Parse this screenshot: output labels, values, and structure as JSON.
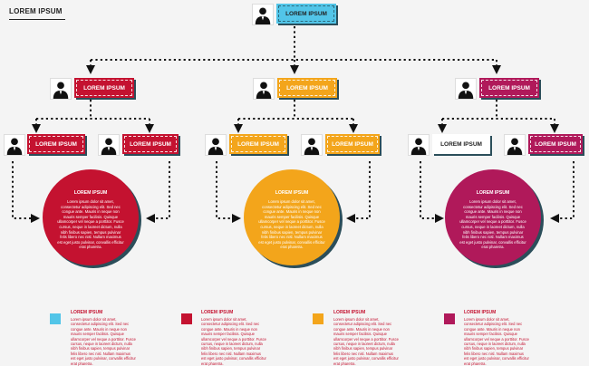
{
  "title": "LOREM IPSUM",
  "colors": {
    "cyan": "#52c5e8",
    "red": "#c41230",
    "orange": "#f3a51b",
    "magenta": "#b0195a",
    "shadow": "#2b4e5a"
  },
  "icons": {
    "avatar": "businessman-avatar-icon"
  },
  "root": {
    "label": "LOREM IPSUM"
  },
  "branches": [
    {
      "label": "LOREM IPSUM",
      "children": [
        "LOREM IPSUM",
        "LOREM IPSUM"
      ],
      "circle": {
        "title": "LOREM IPSUM",
        "body": "Lorem ipsum dolor sit amet, consectetur adipiscing elit. Sed nec congue ante. Mauris in neque non mauris semper facilisis. Quisque ullamcorper vel neque a porttitor. Fusce cursus, neque in laoreet dictum, nulla nibh finibus sapien, tempus pulvinar felis libero nec nisl. Nullam maximus est eget justo pulvinar, convallis efficitur erat pharetra."
      }
    },
    {
      "label": "LOREM IPSUM",
      "children": [
        "LOREM IPSUM",
        "LOREM IPSUM"
      ],
      "circle": {
        "title": "LOREM IPSUM",
        "body": "Lorem ipsum dolor sit amet, consectetur adipiscing elit. Sed nec congue ante. Mauris in neque non mauris semper facilisis. Quisque ullamcorper vel neque a porttitor. Fusce cursus, neque in laoreet dictum, nulla nibh finibus sapien, tempus pulvinar felis libero nec nisl. Nullam maximus est eget justo pulvinar, convallis efficitur erat pharetra."
      }
    },
    {
      "label": "LOREM IPSUM",
      "children": [
        "LOREM IPSUM",
        "LOREM IPSUM"
      ],
      "circle": {
        "title": "LOREM IPSUM",
        "body": "Lorem ipsum dolor sit amet, consectetur adipiscing elit. Sed nec congue ante. Mauris in neque non mauris semper facilisis. Quisque ullamcorper vel neque a porttitor. Fusce cursus, neque in laoreet dictum, nulla nibh finibus sapien, tempus pulvinar felis libero nec nisl. Nullam maximus est eget justo pulvinar, convallis efficitur erat pharetra."
      }
    }
  ],
  "legend": [
    {
      "title": "LOREM IPSUM",
      "body": "Lorem ipsum dolor sit amet, consectetur adipiscing elit. Sed nec congue ante. Mauris in neque non mauris semper facilisis. Quisque ullamcorper vel neque a porttitor. Fusce cursus, neque in laoreet dictum, nulla nibh finibus sapien, tempus pulvinar felis libero nec nisl. Nullam maximus est eget justo pulvinar, convallis efficitur erat pharetra."
    },
    {
      "title": "LOREM IPSUM",
      "body": "Lorem ipsum dolor sit amet, consectetur adipiscing elit. Sed nec congue ante. Mauris in neque non mauris semper facilisis. Quisque ullamcorper vel neque a porttitor. Fusce cursus, neque in laoreet dictum, nulla nibh finibus sapien, tempus pulvinar felis libero nec nisl. Nullam maximus est eget justo pulvinar, convallis efficitur erat pharetra."
    },
    {
      "title": "LOREM IPSUM",
      "body": "Lorem ipsum dolor sit amet, consectetur adipiscing elit. Sed nec congue ante. Mauris in neque non mauris semper facilisis. Quisque ullamcorper vel neque a porttitor. Fusce cursus, neque in laoreet dictum, nulla nibh finibus sapien, tempus pulvinar felis libero nec nisl. Nullam maximus est eget justo pulvinar, convallis efficitur erat pharetra."
    },
    {
      "title": "LOREM IPSUM",
      "body": "Lorem ipsum dolor sit amet, consectetur adipiscing elit. Sed nec congue ante. Mauris in neque non mauris semper facilisis. Quisque ullamcorper vel neque a porttitor. Fusce cursus, neque in laoreet dictum, nulla nibh finibus sapien, tempus pulvinar felis libero nec nisl. Nullam maximus est eget justo pulvinar, convallis efficitur erat pharetra."
    }
  ]
}
